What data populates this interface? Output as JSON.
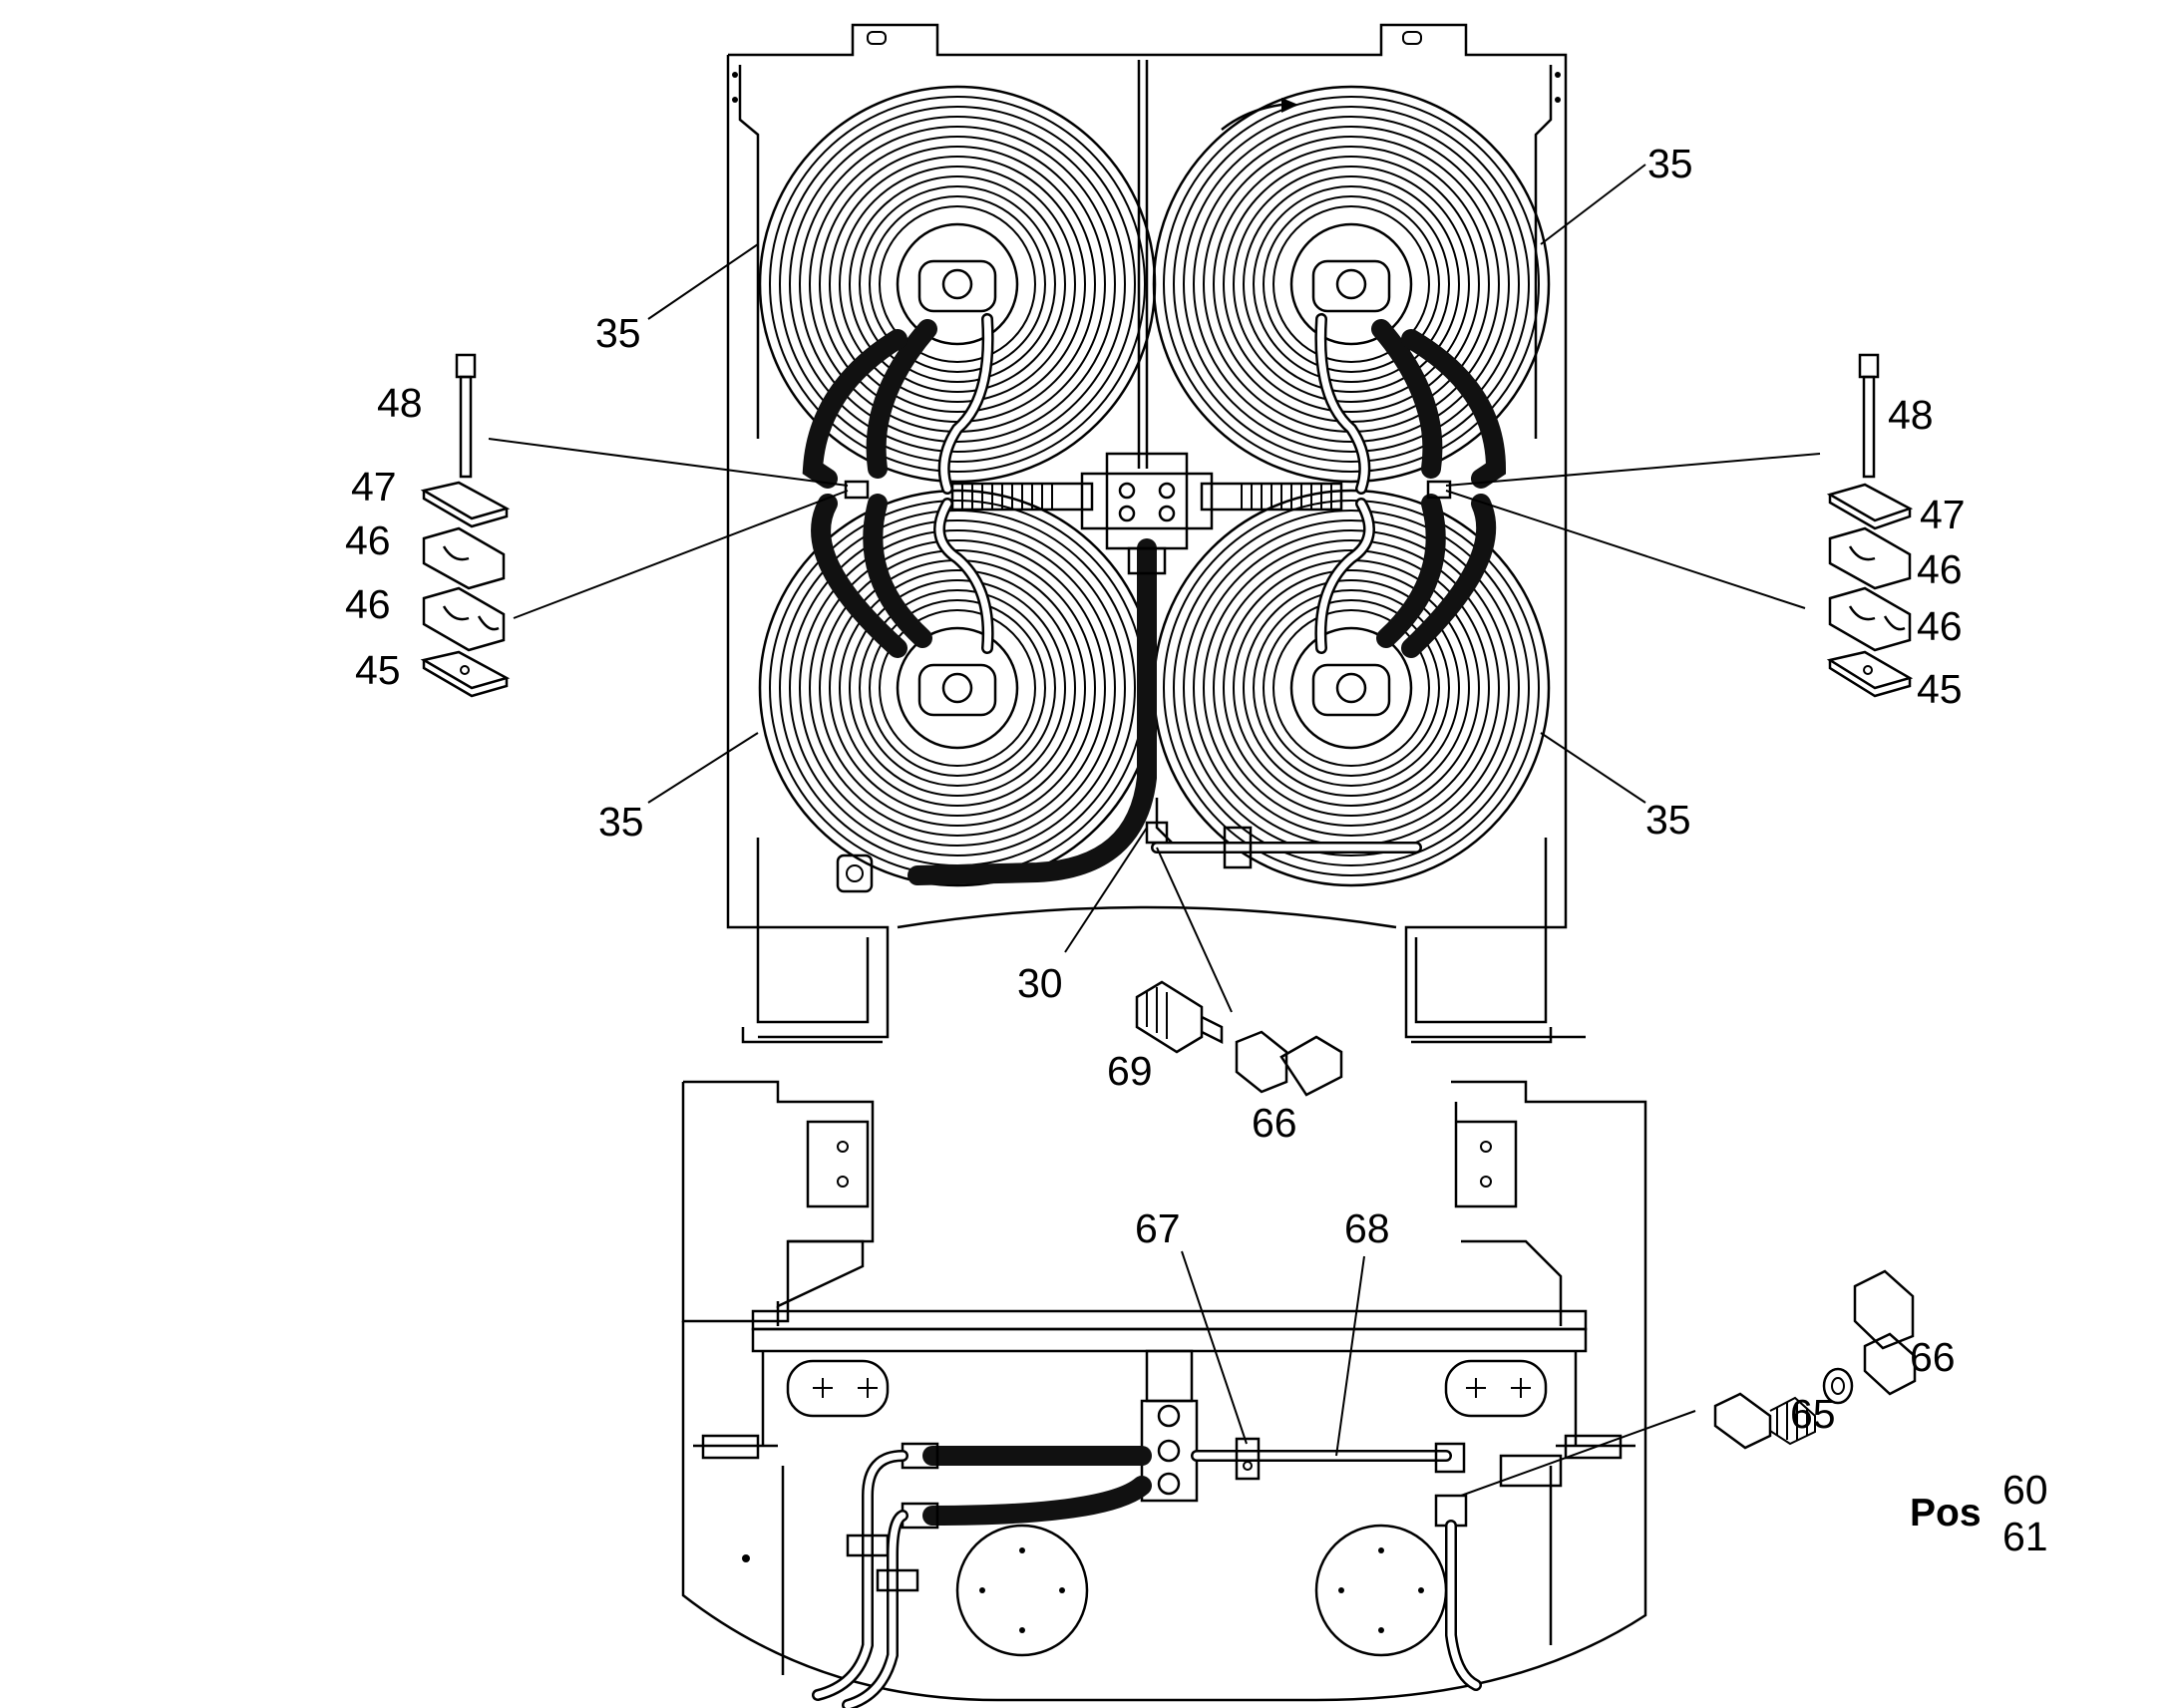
{
  "callouts": {
    "c35_top_left": "35",
    "c35_top_right": "35",
    "c35_bottom_left": "35",
    "c35_bottom_right": "35",
    "c48_left": "48",
    "c47_left": "47",
    "c46_left_a": "46",
    "c46_left_b": "46",
    "c45_left": "45",
    "c48_right": "48",
    "c47_right": "47",
    "c46_right_a": "46",
    "c46_right_b": "46",
    "c45_right": "45",
    "c30": "30",
    "c69": "69",
    "c66_upper": "66",
    "c67": "67",
    "c68": "68",
    "c66_lower": "66",
    "c65": "65"
  },
  "position_note": {
    "label": "Pos",
    "values": [
      "60",
      "61"
    ]
  },
  "colors": {
    "line": "#000000",
    "background": "#ffffff"
  }
}
